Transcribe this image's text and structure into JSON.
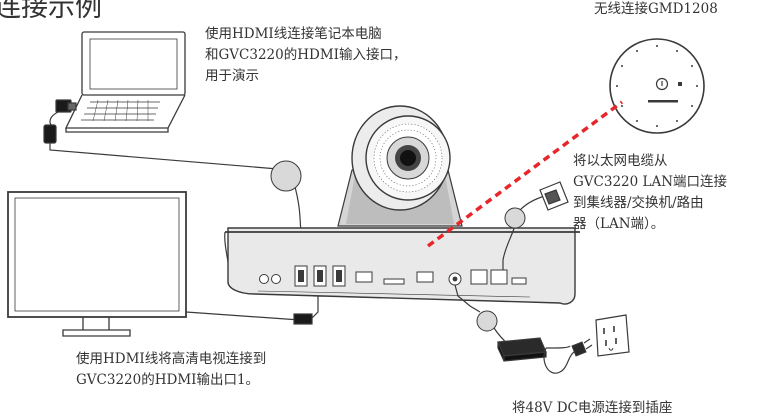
{
  "title": "连接示例",
  "labels": {
    "laptop": "使用HDMI线连接笔记本电脑\n和GVC3220的HDMI输入接口，\n用于演示",
    "wireless": "无线连接GMD1208",
    "ethernet": "将以太网电缆从\nGVC3220 LAN端口连接\n到集线器/交换机/路由\n器（LAN端）。",
    "tv": "使用HDMI线将高清电视连接到\nGVC3220的HDMI输出口1。",
    "power": "将48V DC电源连接到插座"
  },
  "colors": {
    "wireless_link": "#e8262a",
    "callout": "#d9d9d9",
    "line": "#3a3a3a"
  }
}
